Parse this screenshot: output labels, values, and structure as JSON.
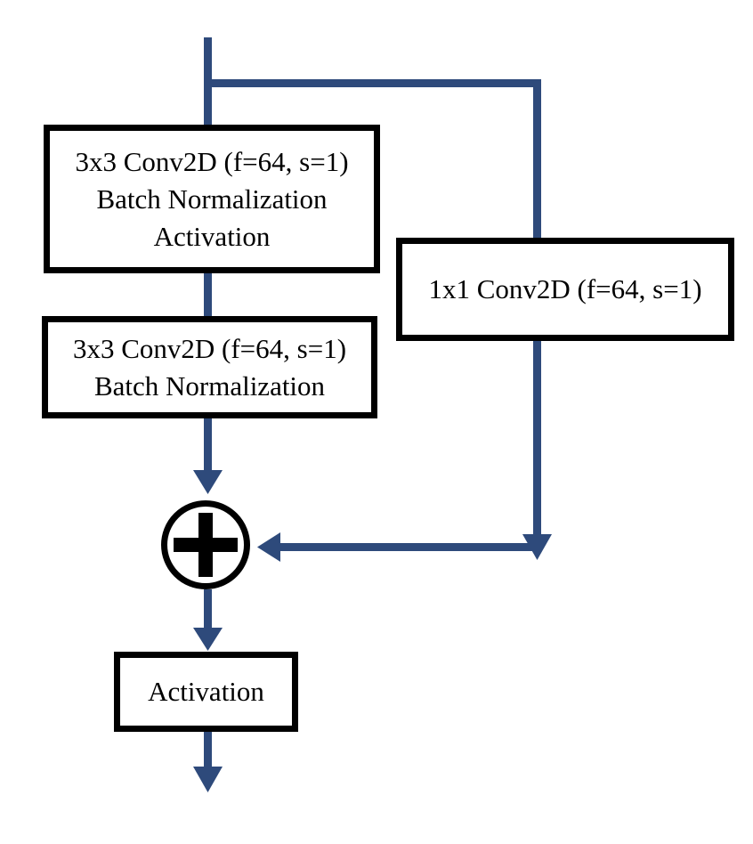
{
  "diagram": {
    "title": "Residual block (ResNet-style) architecture diagram",
    "colors": {
      "connector": "#2e4a7b",
      "border": "#000000",
      "fill": "#ffffff",
      "text": "#000000"
    },
    "nodes": {
      "conv_block_main_1": {
        "lines": [
          "3x3 Conv2D (f=64, s=1)",
          "Batch Normalization",
          "Activation"
        ]
      },
      "conv_block_main_2": {
        "lines": [
          "3x3 Conv2D (f=64, s=1)",
          "Batch Normalization"
        ]
      },
      "conv_block_shortcut": {
        "lines": [
          "1x1 Conv2D (f=64, s=1)"
        ]
      },
      "add_node": {
        "icon": "plus-icon"
      },
      "activation_block": {
        "lines": [
          "Activation"
        ]
      }
    }
  }
}
